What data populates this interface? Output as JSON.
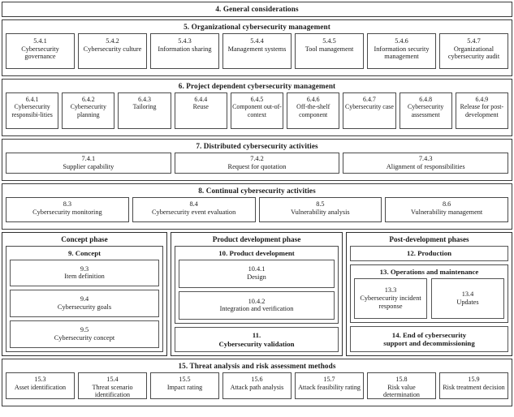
{
  "general": {
    "title": "4. General considerations"
  },
  "section5": {
    "title": "5. Organizational cybersecurity management",
    "items": [
      {
        "num": "5.4.1",
        "label": "Cybersecurity governance"
      },
      {
        "num": "5.4.2",
        "label": "Cybersecurity culture"
      },
      {
        "num": "5.4.3",
        "label": "Information sharing"
      },
      {
        "num": "5.4.4",
        "label": "Management systems"
      },
      {
        "num": "5.4.5",
        "label": "Tool management"
      },
      {
        "num": "5.4.6",
        "label": "Information security management"
      },
      {
        "num": "5.4.7",
        "label": "Organizational cybersecurity audit"
      }
    ]
  },
  "section6": {
    "title": "6. Project dependent cybersecurity management",
    "items": [
      {
        "num": "6.4.1",
        "label": "Cybersecurity responsibi-lities"
      },
      {
        "num": "6.4.2",
        "label": "Cybersecurity planning"
      },
      {
        "num": "6.4.3",
        "label": "Tailoring"
      },
      {
        "num": "6.4.4",
        "label": "Reuse"
      },
      {
        "num": "6.4.5",
        "label": "Component out-of-context"
      },
      {
        "num": "6.4.6",
        "label": "Off-the-shelf component"
      },
      {
        "num": "6.4.7",
        "label": "Cybersecurity case"
      },
      {
        "num": "6.4.8",
        "label": "Cybersecurity assessment"
      },
      {
        "num": "6.4.9",
        "label": "Release for post-development"
      }
    ]
  },
  "section7": {
    "title": "7. Distributed cybersecurity activities",
    "items": [
      {
        "num": "7.4.1",
        "label": "Supplier capability"
      },
      {
        "num": "7.4.2",
        "label": "Request for quotation"
      },
      {
        "num": "7.4.3",
        "label": "Alignment of responsibilities"
      }
    ]
  },
  "section8": {
    "title": "8. Continual cybersecurity activities",
    "items": [
      {
        "num": "8.3",
        "label": "Cybersecurity monitoring"
      },
      {
        "num": "8.4",
        "label": "Cybersecurity event evaluation"
      },
      {
        "num": "8.5",
        "label": "Vulnerability analysis"
      },
      {
        "num": "8.6",
        "label": "Vulnerability management"
      }
    ]
  },
  "phases": {
    "concept": {
      "title": "Concept phase",
      "group": {
        "title": "9. Concept",
        "items": [
          {
            "num": "9.3",
            "label": "Item definition"
          },
          {
            "num": "9.4",
            "label": "Cybersecurity goals"
          },
          {
            "num": "9.5",
            "label": "Cybersecurity concept"
          }
        ]
      }
    },
    "product": {
      "title": "Product development phase",
      "group": {
        "title": "10. Product development",
        "items": [
          {
            "num": "10.4.1",
            "label": "Design"
          },
          {
            "num": "10.4.2",
            "label": "Integration and verification"
          }
        ]
      },
      "validation": {
        "num": "11.",
        "label": "Cybersecurity validation"
      }
    },
    "post": {
      "title": "Post-development phases",
      "production": {
        "num": "12. Production",
        "label": ""
      },
      "operations": {
        "title": "13. Operations and maintenance",
        "items": [
          {
            "num": "13.3",
            "label": "Cybersecurity incident response"
          },
          {
            "num": "13.4",
            "label": "Updates"
          }
        ]
      },
      "end": {
        "num": "14. End of cybersecurity",
        "label": "support and decommissioning"
      }
    }
  },
  "section15": {
    "title": "15. Threat analysis and risk assessment methods",
    "items": [
      {
        "num": "15.3",
        "label": "Asset identification"
      },
      {
        "num": "15.4",
        "label": "Threat scenario identification"
      },
      {
        "num": "15.5",
        "label": "Impact rating"
      },
      {
        "num": "15.6",
        "label": "Attack path analysis"
      },
      {
        "num": "15.7",
        "label": "Attack feasibility rating"
      },
      {
        "num": "15.8",
        "label": "Risk value determination"
      },
      {
        "num": "15.9",
        "label": "Risk treatment decision"
      }
    ]
  }
}
